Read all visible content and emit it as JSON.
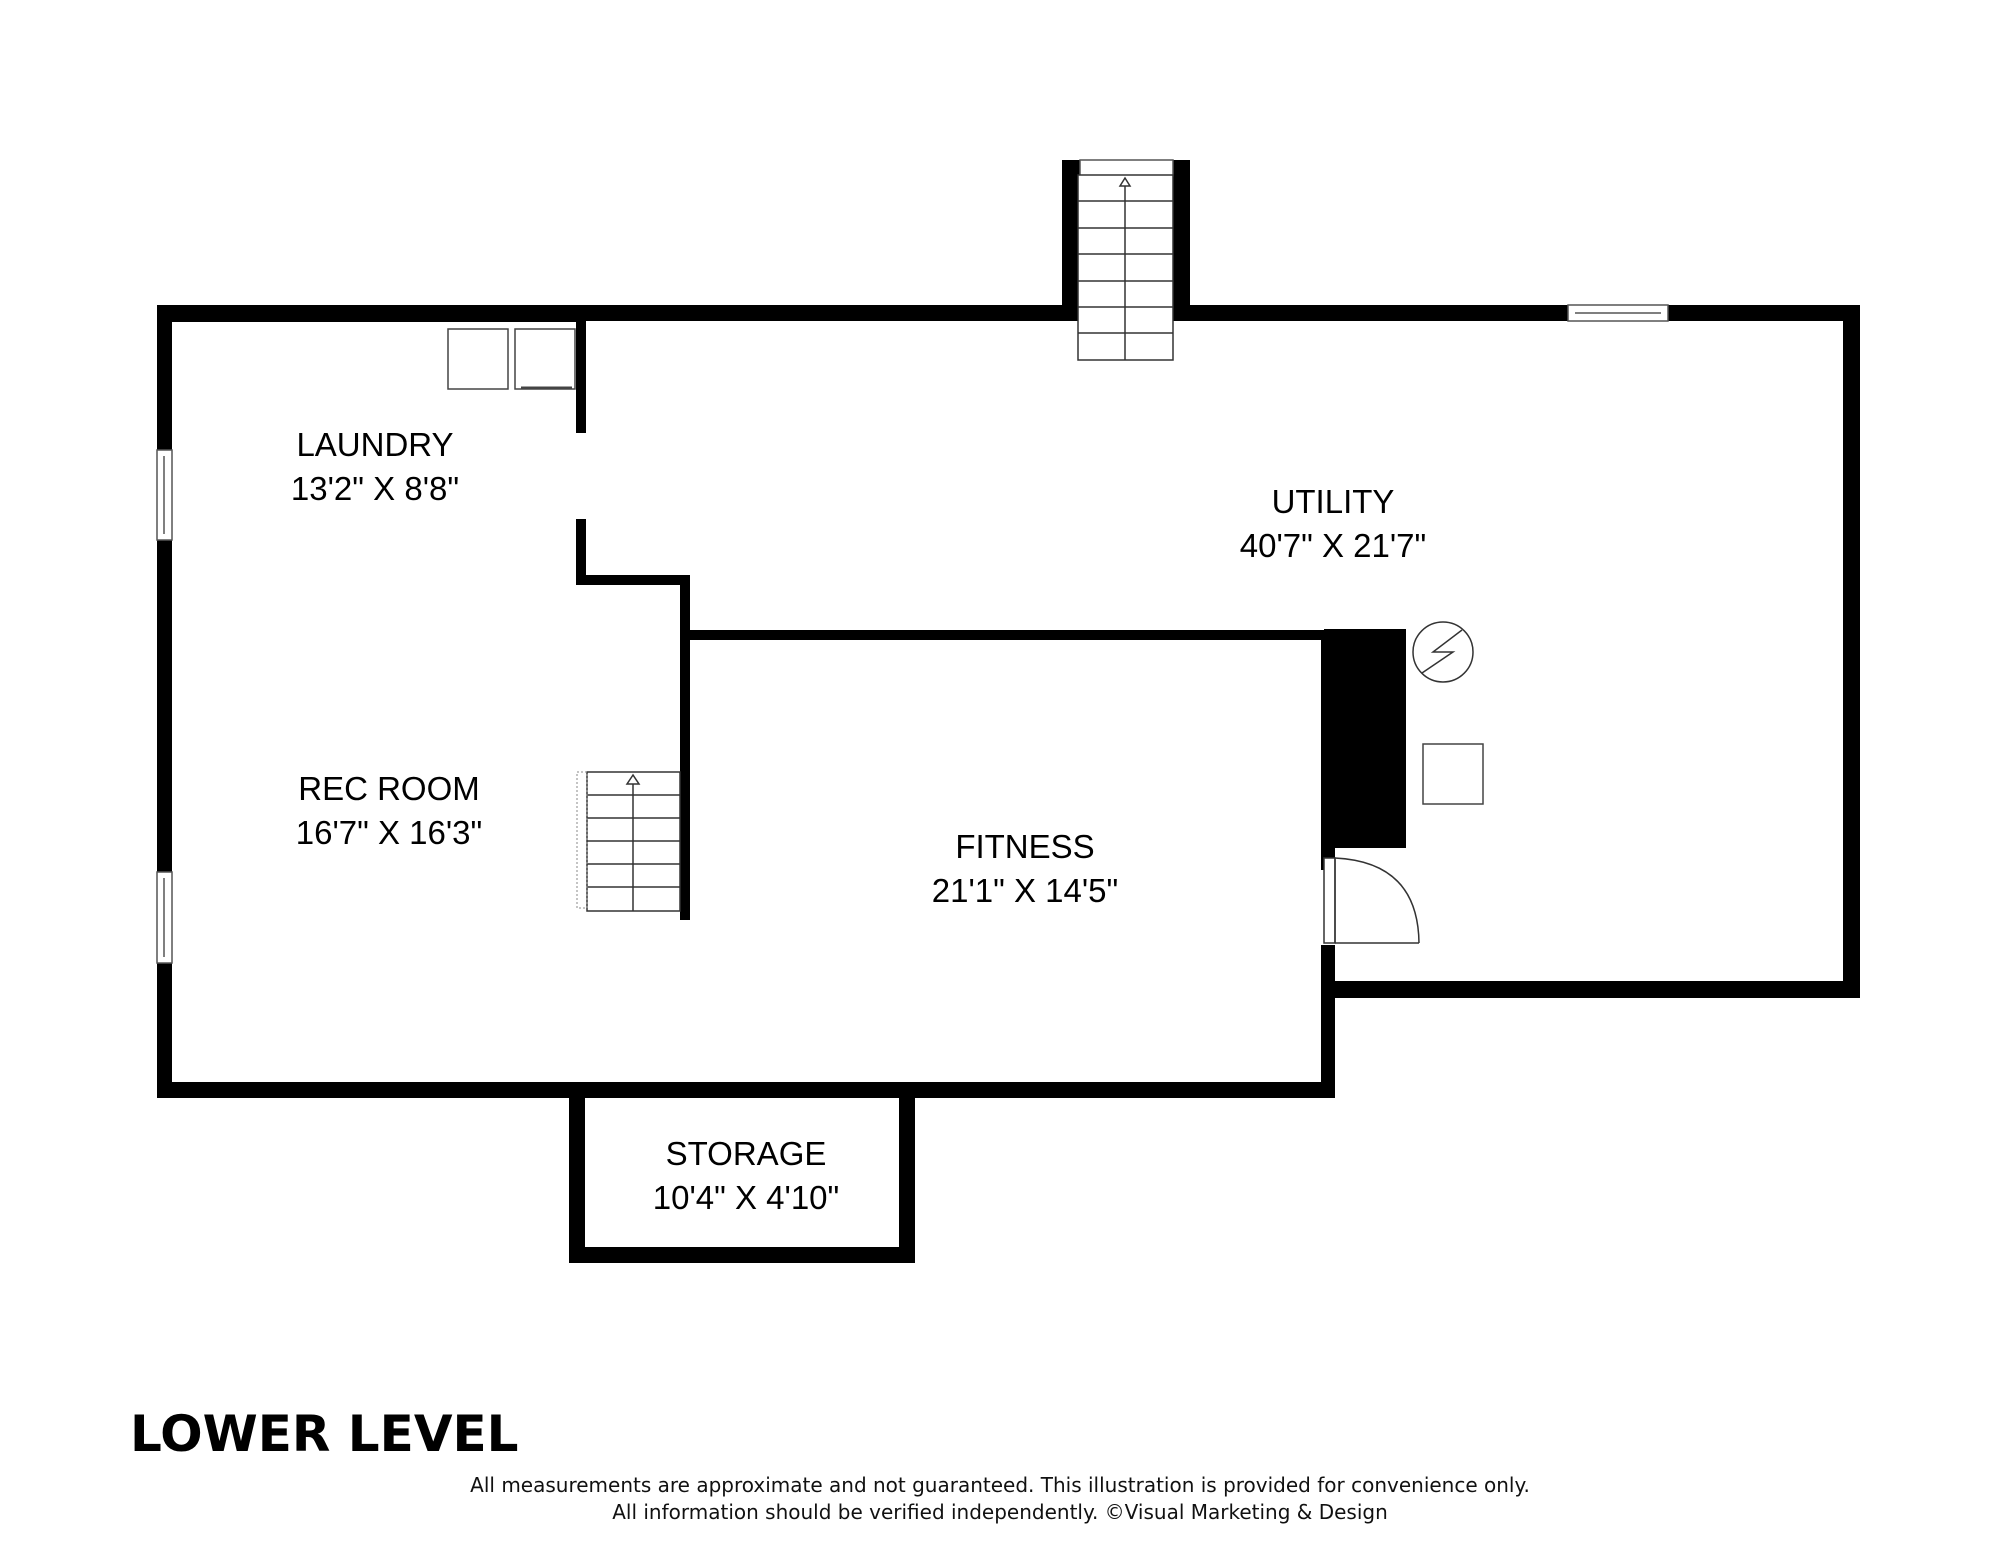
{
  "floor_plan": {
    "level_title": "LOWER LEVEL",
    "rooms": [
      {
        "name": "LAUNDRY",
        "dimensions": "13'2\" X 8'8\""
      },
      {
        "name": "UTILITY",
        "dimensions": "40'7\" X 21'7\""
      },
      {
        "name": "REC ROOM",
        "dimensions": "16'7\" X 16'3\""
      },
      {
        "name": "FITNESS",
        "dimensions": "21'1\" X 14'5\""
      },
      {
        "name": "STORAGE",
        "dimensions": "10'4\" X 4'10\""
      }
    ],
    "fixtures": [
      "washer-icon",
      "dryer-icon",
      "stairs-up-icon",
      "electrical-panel-icon",
      "water-heater-icon",
      "chimney",
      "door-swing-icon",
      "window-icon"
    ]
  },
  "footer": {
    "disclaimer_line1": "All measurements are approximate and not guaranteed. This illustration is provided for convenience only.",
    "disclaimer_line2": "All information should be verified independently. ©Visual Marketing & Design"
  },
  "colors": {
    "wall": "#000000",
    "background": "#ffffff",
    "line": "#333333"
  }
}
